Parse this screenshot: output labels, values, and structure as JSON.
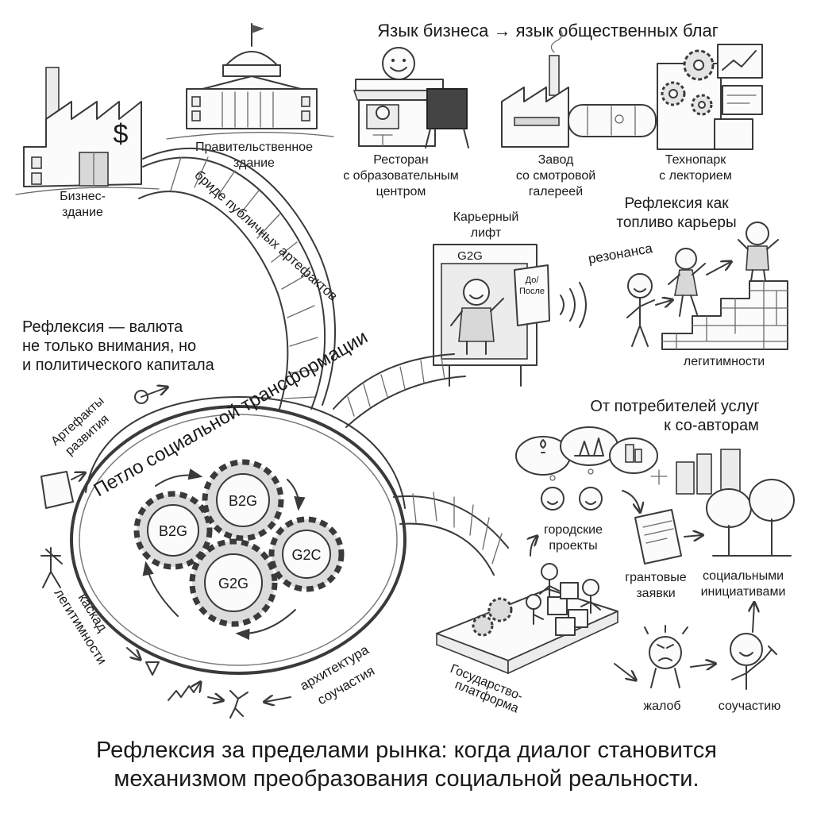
{
  "header": {
    "title": "Язык бизнеса → язык общественных благ"
  },
  "buildings": {
    "business": {
      "label_line1": "Бизнес-",
      "label_line2": "здание",
      "sign": "$"
    },
    "government": {
      "label_line1": "Правительственное",
      "label_line2": "здание"
    },
    "restaurant": {
      "label_line1": "Ресторан",
      "label_line2": "с образовательным",
      "label_line3": "центром"
    },
    "factory": {
      "label_line1": "Завод",
      "label_line2": "со смотровой",
      "label_line3": "галереей"
    },
    "technopark": {
      "label_line1": "Технопарк",
      "label_line2": "с лекторием"
    }
  },
  "bridge": {
    "label": "бриде публичных артефактов"
  },
  "elevator": {
    "title_line1": "Карьерный",
    "title_line2": "лифт",
    "sign": "G2G",
    "scroll_line1": "До/",
    "scroll_line2": "После"
  },
  "career": {
    "title_line1": "Рефлексия как",
    "title_line2": "топливо карьеры",
    "resonance": "резонанса",
    "legitimacy": "легитимности"
  },
  "reflection_note": {
    "line1": "Рефлексия — валюта",
    "line2": "не только внимания, но",
    "line3": "и политического капитала"
  },
  "loop": {
    "title": "Петло социальной трансформации",
    "gears": [
      "B2G",
      "B2G",
      "G2C",
      "G2G"
    ],
    "artifacts_line1": "Артефакты",
    "artifacts_line2": "развития",
    "cascade_line1": "каскад",
    "cascade_line2": "легитимности",
    "architecture_line1": "архитектура",
    "architecture_line2": "соучастия"
  },
  "coauthors": {
    "title_line1": "От потребителей услуг",
    "title_line2": "к со-авторам",
    "urban_line1": "городские",
    "urban_line2": "проекты",
    "grants_line1": "грантовые",
    "grants_line2": "заявки",
    "social_line1": "социальными",
    "social_line2": "инициативами",
    "complaints": "жалоб",
    "participation": "соучастию"
  },
  "platform": {
    "label_line1": "Государство-",
    "label_line2": "платформа"
  },
  "footer": {
    "line1": "Рефлексия за пределами рынка: когда диалог становится",
    "line2": "механизмом преобразования социальной реальности."
  }
}
